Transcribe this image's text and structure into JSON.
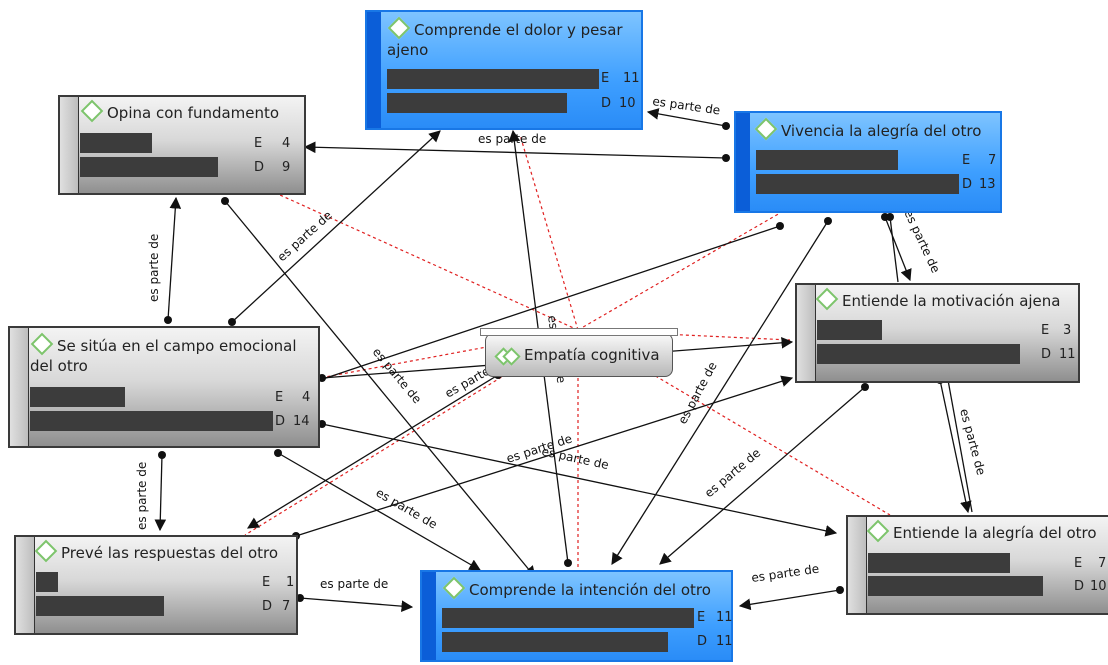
{
  "center": {
    "label": "Empatía cognitiva"
  },
  "edge_label": "es parte de",
  "nodes": {
    "dolor": {
      "title": "Comprende el dolor y pesar ajeno",
      "e_label": "E",
      "e": 11,
      "d_label": "D",
      "d": 10
    },
    "opina": {
      "title": "Opina con fundamento",
      "e_label": "E",
      "e": 4,
      "d_label": "D",
      "d": 9
    },
    "alegria": {
      "title": "Vivencia la alegría del otro",
      "e_label": "E",
      "e": 7,
      "d_label": "D",
      "d": 13
    },
    "motivacion": {
      "title": "Entiende la motivación ajena",
      "e_label": "E",
      "e": 3,
      "d_label": "D",
      "d": 11
    },
    "situa": {
      "title": "Se sitúa en el campo emocional del otro",
      "e_label": "E",
      "e": 4,
      "d_label": "D",
      "d": 14
    },
    "preve": {
      "title": "Prevé las respuestas del otro",
      "e_label": "E",
      "e": 1,
      "d_label": "D",
      "d": 7
    },
    "intencion": {
      "title": "Comprende la intención del otro",
      "e_label": "E",
      "e": 11,
      "d_label": "D",
      "d": 11
    },
    "alegria2": {
      "title": "Entiende la alegría del otro",
      "e_label": "E",
      "e": 7,
      "d_label": "D",
      "d": 10
    }
  }
}
